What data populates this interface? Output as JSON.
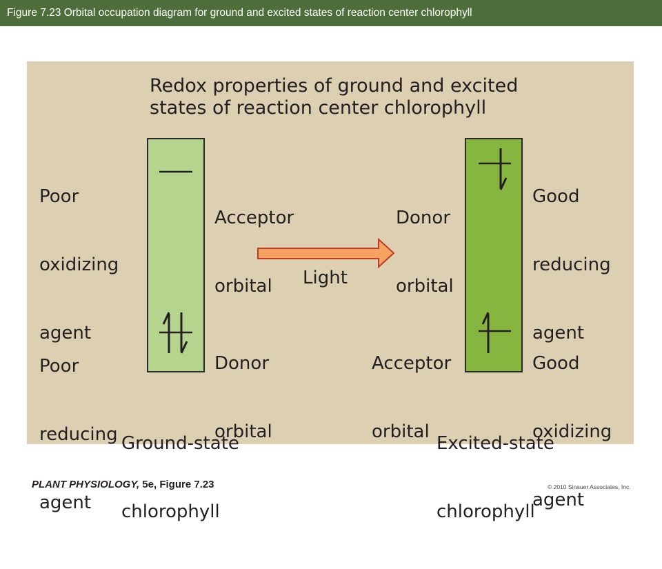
{
  "header": {
    "caption": "Figure 7.23  Orbital occupation diagram for ground and excited states of reaction center chlorophyll"
  },
  "diagram": {
    "title_line1": "Redox properties of ground and excited",
    "title_line2": "states of reaction center chlorophyll",
    "ground": {
      "upper_left_label": [
        "Poor",
        "oxidizing",
        "agent"
      ],
      "lower_left_label": [
        "Poor",
        "reducing",
        "agent"
      ],
      "upper_orbital_label": [
        "Acceptor",
        "orbital"
      ],
      "lower_orbital_label": [
        "Donor",
        "orbital"
      ],
      "state_label": [
        "Ground-state",
        "chlorophyll"
      ],
      "upper_orbital_electrons": 0,
      "lower_orbital_electrons": 2
    },
    "excited": {
      "upper_orbital_label": [
        "Donor",
        "orbital"
      ],
      "lower_orbital_label": [
        "Acceptor",
        "orbital"
      ],
      "upper_right_label": [
        "Good",
        "reducing",
        "agent"
      ],
      "lower_right_label": [
        "Good",
        "oxidizing",
        "agent"
      ],
      "state_label": [
        "Excited-state",
        "chlorophyll"
      ],
      "upper_orbital_electrons": 1,
      "lower_orbital_electrons": 1
    },
    "transition_label": "Light",
    "colors": {
      "panel": "#ddd0b2",
      "ground_column": "#b5d58e",
      "excited_column": "#87b640",
      "arrow_fill": "#f4a460",
      "arrow_stroke": "#c0392b"
    }
  },
  "footer": {
    "book": "PLANT PHYSIOLOGY,",
    "edition": " 5e, Figure 7.23",
    "copyright": "© 2010 Sinauer Associates, Inc."
  }
}
